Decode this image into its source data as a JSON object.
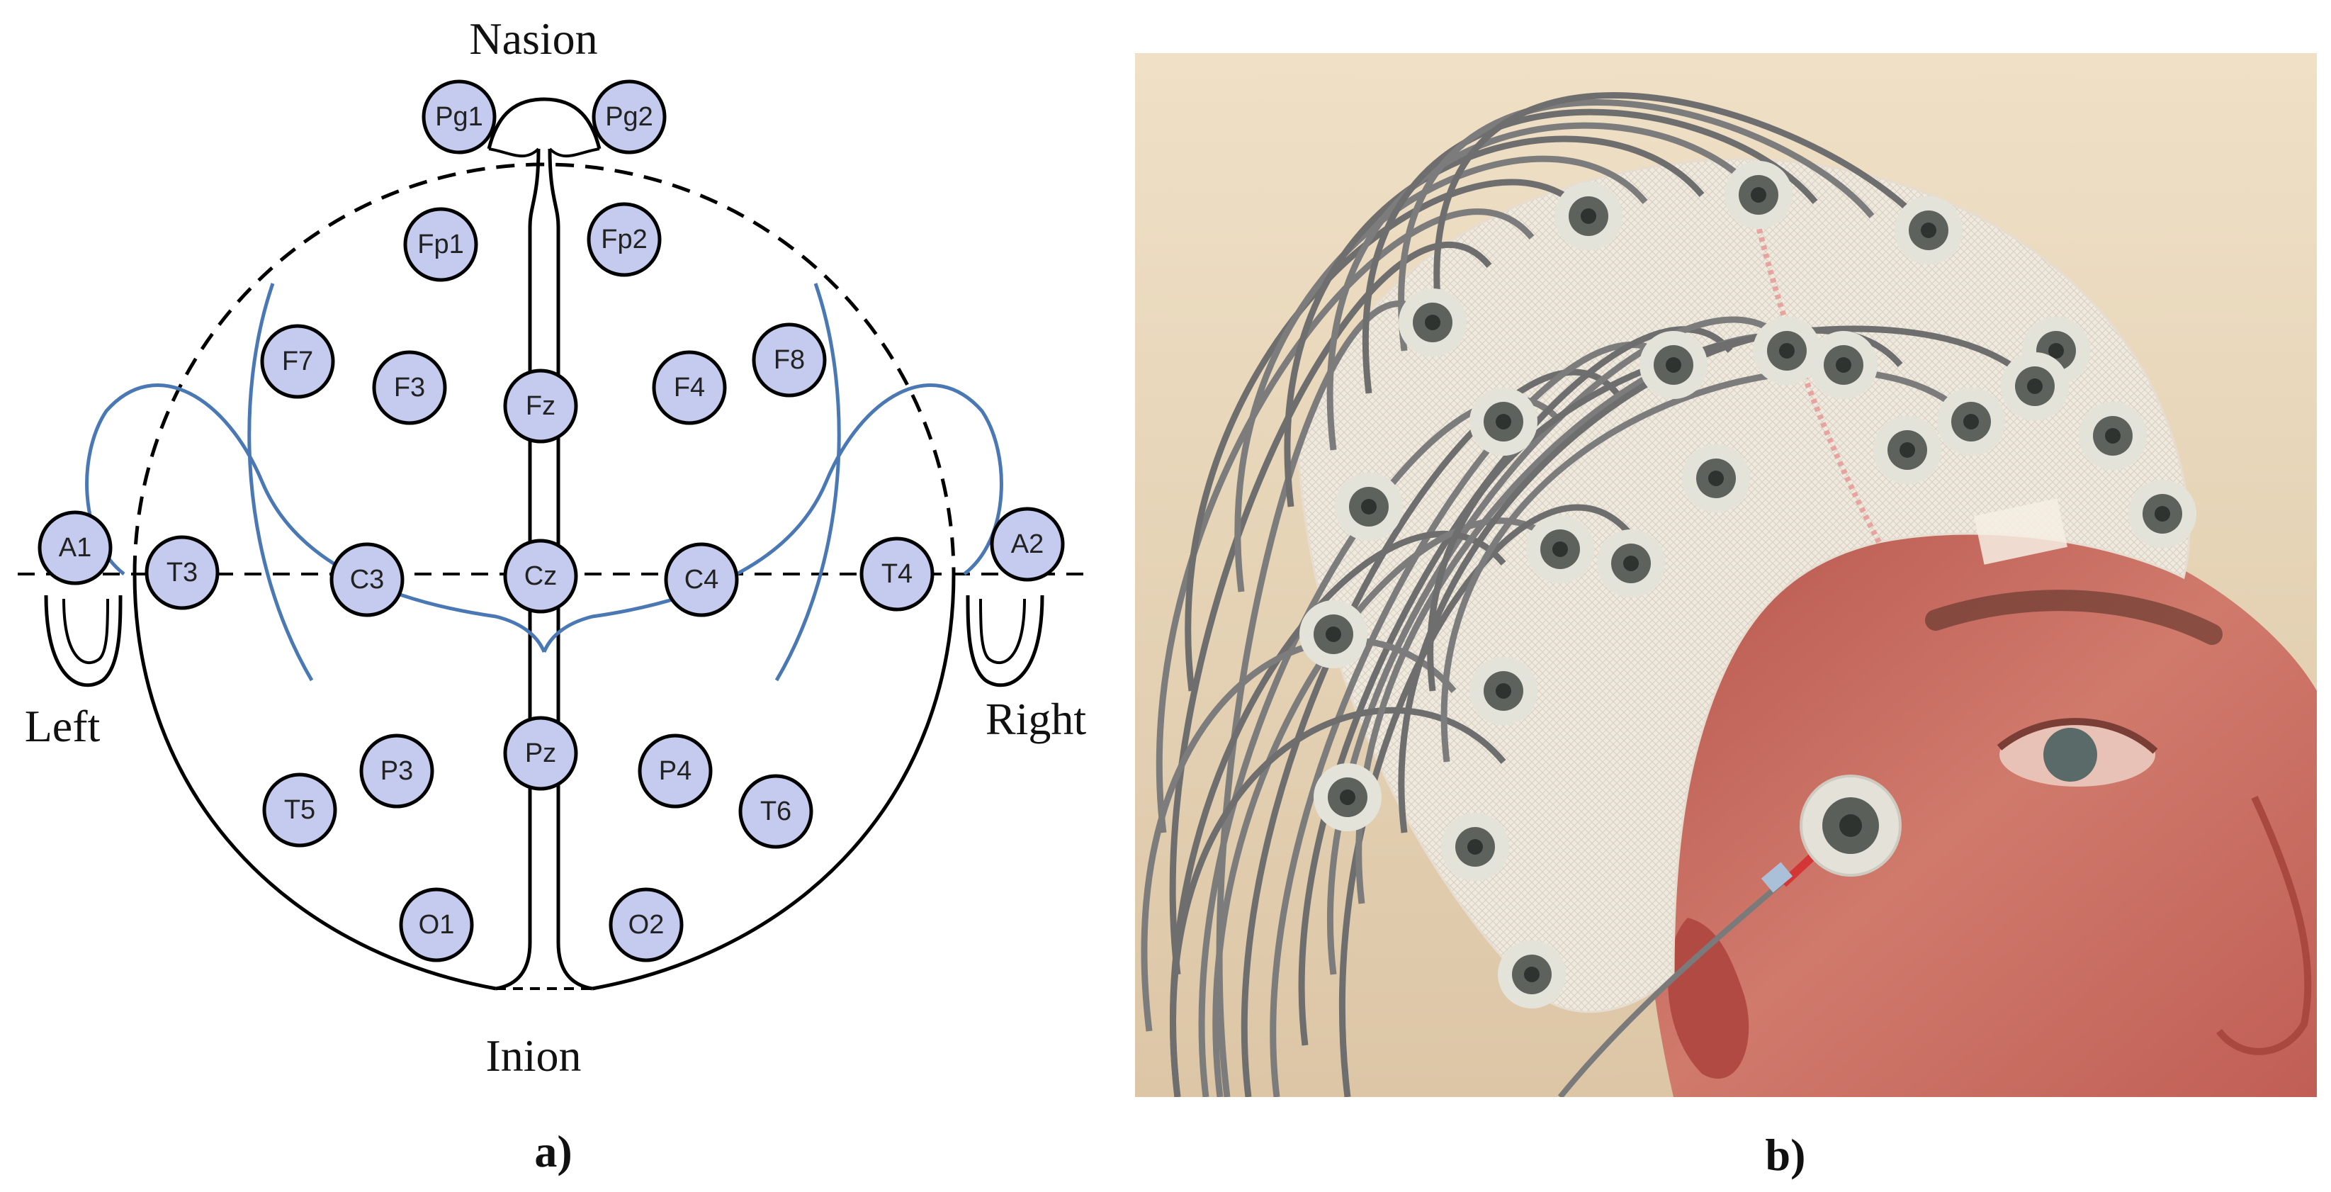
{
  "panel_a": {
    "caption": "a)",
    "landmarks": {
      "nasion": "Nasion",
      "inion": "Inion",
      "left": "Left",
      "right": "Right"
    },
    "electrodes": [
      {
        "id": "Pg1"
      },
      {
        "id": "Pg2"
      },
      {
        "id": "Fp1"
      },
      {
        "id": "Fp2"
      },
      {
        "id": "F7"
      },
      {
        "id": "F3"
      },
      {
        "id": "Fz"
      },
      {
        "id": "F4"
      },
      {
        "id": "F8"
      },
      {
        "id": "A1"
      },
      {
        "id": "T3"
      },
      {
        "id": "C3"
      },
      {
        "id": "Cz"
      },
      {
        "id": "C4"
      },
      {
        "id": "T4"
      },
      {
        "id": "A2"
      },
      {
        "id": "T5"
      },
      {
        "id": "P3"
      },
      {
        "id": "Pz"
      },
      {
        "id": "P4"
      },
      {
        "id": "T6"
      },
      {
        "id": "O1"
      },
      {
        "id": "O2"
      }
    ],
    "colors": {
      "electrode_fill": "#c4cbee",
      "outline": "#000000",
      "sulcus": "#4a78b4"
    }
  },
  "panel_b": {
    "caption": "b)",
    "colors": {
      "background": "#e9d8bd",
      "skin": "#c96e62",
      "cap": "#efeae0",
      "wire": "#6f6f6f",
      "electrode": "#5a5f5a",
      "ring": "#e4e3da"
    }
  }
}
